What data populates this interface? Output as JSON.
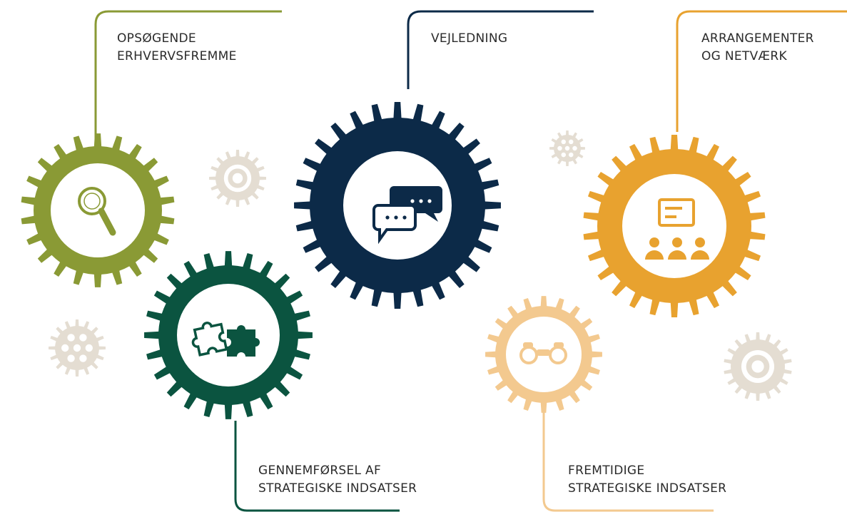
{
  "colors": {
    "olive": "#8a9a35",
    "navy": "#0c2a48",
    "orange": "#e8a22f",
    "green": "#0b5440",
    "peach": "#f3c98f",
    "beige": "#e4ddd2",
    "text": "#2b2b2b"
  },
  "labels": {
    "opsogende": {
      "line1": "OPSØGENDE",
      "line2": "ERHVERVSFREMME"
    },
    "vejledning": {
      "line1": "VEJLEDNING"
    },
    "arrangementer": {
      "line1": "ARRANGEMENTER",
      "line2": "OG NETVÆRK"
    },
    "gennemforsel": {
      "line1": "GENNEMFØRSEL AF",
      "line2": "STRATEGISKE INDSATSER"
    },
    "fremtidige": {
      "line1": "FREMTIDIGE",
      "line2": "STRATEGISKE INDSATSER"
    }
  },
  "icons": {
    "olive_gear": "magnifier-icon",
    "navy_gear": "chat-bubbles-icon",
    "orange_gear": "presentation-icon",
    "green_gear": "puzzle-icon",
    "peach_gear": "binoculars-icon"
  }
}
